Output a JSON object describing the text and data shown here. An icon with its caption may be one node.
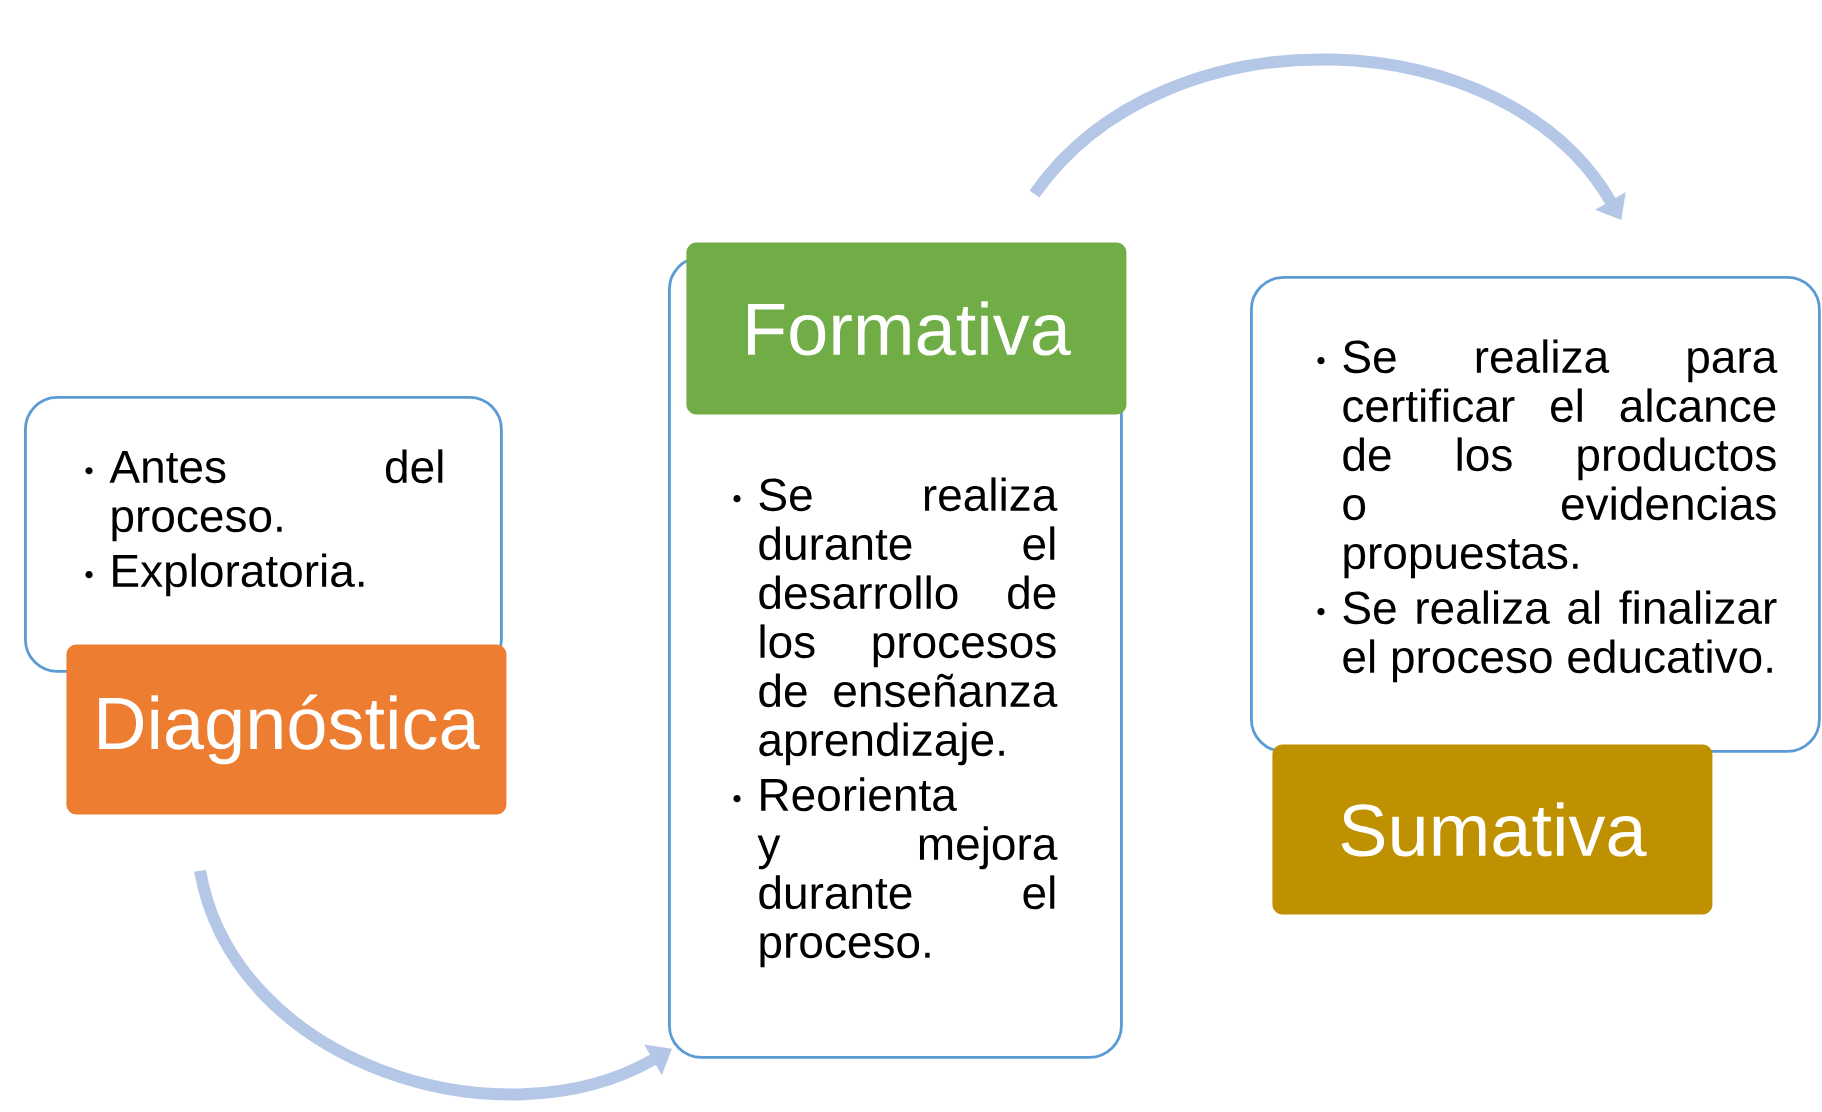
{
  "diagram": {
    "nodes": [
      {
        "text": [
          "Diagnóstica"
        ]
      },
      {
        "text": [
          "Antes del proceso.",
          "Exploratoria."
        ]
      },
      {
        "text": [
          "Formativa"
        ]
      },
      {
        "text": [
          "Se realiza durante el desarrollo de los procesos de enseñanza aprendizaje.",
          "Reorienta y mejora durante el proceso."
        ]
      },
      {
        "text": [
          "Sumativa"
        ]
      },
      {
        "text": [
          "Se realiza para certificar el alcance de los productos o evidencias propuestas.",
          "Se realiza al finalizar el proceso educativo."
        ]
      }
    ],
    "edges": [
      {
        "from": 0,
        "to": 3,
        "arrow": "to"
      },
      {
        "from": 2,
        "to": 5,
        "arrow": "to"
      }
    ]
  }
}
